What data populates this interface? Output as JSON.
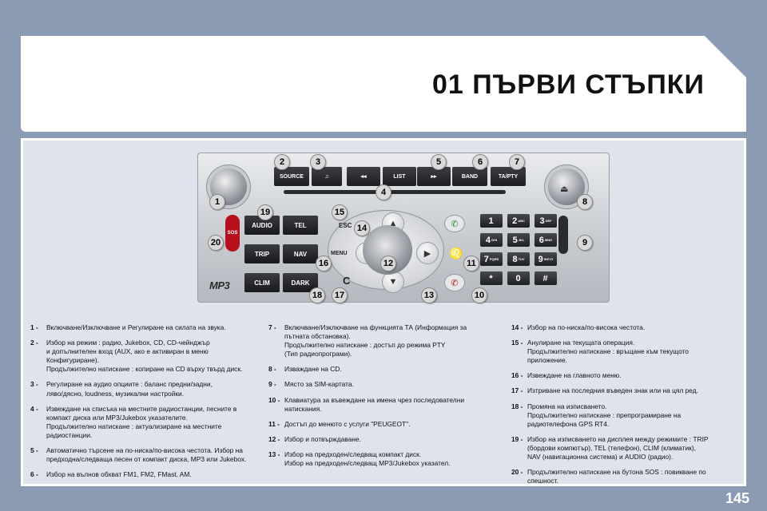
{
  "header": {
    "title": "01 ПЪРВИ СТЪПКИ"
  },
  "page_number": "145",
  "radio": {
    "top_buttons": [
      {
        "label": "SOURCE"
      },
      {
        "label": "♫"
      },
      {
        "label": "◂◂"
      },
      {
        "label": "LIST"
      },
      {
        "label": "▸▸"
      },
      {
        "label": "BAND"
      },
      {
        "label": "TA/PTY"
      }
    ],
    "left_buttons": [
      {
        "label": "AUDIO"
      },
      {
        "label": "TEL"
      },
      {
        "label": "TRIP"
      },
      {
        "label": "NAV"
      },
      {
        "label": "CLIM"
      },
      {
        "label": "DARK"
      }
    ],
    "esc_label": "ESC",
    "menu_label": "MENU",
    "clear_label": "C",
    "sos_label": "SOS",
    "mp3_label": "MP3",
    "keypad": [
      {
        "digit": "1",
        "letters": ""
      },
      {
        "digit": "2",
        "letters": "ABC"
      },
      {
        "digit": "3",
        "letters": "DEF"
      },
      {
        "digit": "4",
        "letters": "GHI"
      },
      {
        "digit": "5",
        "letters": "JKL"
      },
      {
        "digit": "6",
        "letters": "MNO"
      },
      {
        "digit": "7",
        "letters": "PQRS"
      },
      {
        "digit": "8",
        "letters": "TUV"
      },
      {
        "digit": "9",
        "letters": "WXYZ"
      },
      {
        "digit": "*",
        "letters": ""
      },
      {
        "digit": "0",
        "letters": ""
      },
      {
        "digit": "#",
        "letters": ""
      }
    ],
    "callouts": [
      "1",
      "2",
      "3",
      "4",
      "5",
      "6",
      "7",
      "8",
      "9",
      "10",
      "11",
      "12",
      "13",
      "14",
      "15",
      "16",
      "17",
      "18",
      "19",
      "20"
    ]
  },
  "legend": {
    "col1": [
      {
        "num": "1 -",
        "text": "Включване/Изключване и Регулиране на силата на звука."
      },
      {
        "num": "2 -",
        "text": "Избор на режим : радио, Jukebox, CD, CD-чейнджър\nи допълнителен вход (AUX, ако е активиран в меню\nКонфигуриране).\nПродължително натискане : копиране на CD върху твърд диск."
      },
      {
        "num": "3 -",
        "text": "Регулиране на аудио опциите : баланс предни/задни,\nляво/дясно, loudness, музикални настройки."
      },
      {
        "num": "4 -",
        "text": "Извеждане на списъка на местните радиостанции, песните в\nкомпакт диска или MP3/Jukebox указателите.\nПродължително натискане : актуализиране на местните\nрадиостанции."
      },
      {
        "num": "5 -",
        "text": "Автоматично търсене на по-ниска/по-висока честота. Избор на\nпредходна/следваща песен от компакт диска, MP3 или Jukebox."
      },
      {
        "num": "6 -",
        "text": "Избор на вълнов обхват FM1, FM2, FMast, AM."
      }
    ],
    "col2": [
      {
        "num": "7 -",
        "text": "Включване/Изключване на функцията ТА (Информация за\nпътната обстановка).\nПродължително натискане : достъп до режима PTY\n(Тип радиопрограми)."
      },
      {
        "num": "8 -",
        "text": "Изваждане на CD."
      },
      {
        "num": "9 -",
        "text": "Място за SIM-картата."
      },
      {
        "num": "10 -",
        "text": "Клавиатура за въвеждане на имена чрез последователни\nнатискания."
      },
      {
        "num": "11 -",
        "text": "Достъп до менюто с услуги \"PEUGEOT\"."
      },
      {
        "num": "12 -",
        "text": "Избор и потвърждаване."
      },
      {
        "num": "13 -",
        "text": "Избор на предходен/следващ компакт диск.\nИзбор на предходен/следващ MP3/Jukebox указател."
      }
    ],
    "col3": [
      {
        "num": "14 -",
        "text": "Избор на по-ниска/по-висока честота."
      },
      {
        "num": "15 -",
        "text": "Анулиране на текущата операция.\nПродължително натискане : връщане към текущото\nприложение."
      },
      {
        "num": "16 -",
        "text": "Извеждане на главното меню."
      },
      {
        "num": "17 -",
        "text": "Изтриване на последния въведен знак или на цял ред."
      },
      {
        "num": "18 -",
        "text": "Промяна на изписването.\nПродължително натискане : препрограмиране на\nрадиотелефона GPS RT4."
      },
      {
        "num": "19 -",
        "text": "Избор на изписването на дисплея между режимите : TRIP\n(бордови компютър), TEL (телефон), CLIM (климатик),\nNAV (навигационна система) и AUDIO (радио)."
      },
      {
        "num": "20 -",
        "text": "Продължително натискане на бутона SOS : повикване по\nспешност."
      }
    ]
  }
}
